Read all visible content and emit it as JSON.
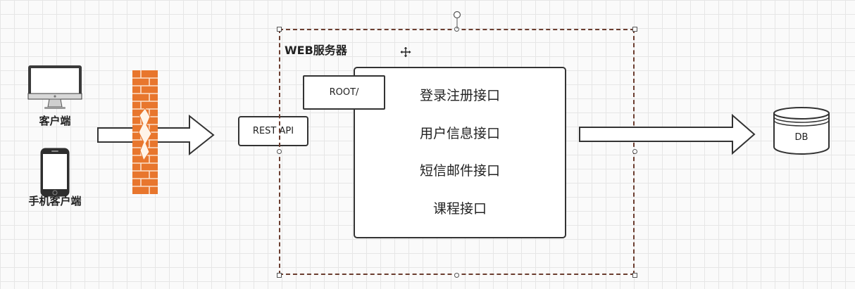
{
  "clients": {
    "desktop_label": "客户端",
    "mobile_label": "手机客户端"
  },
  "server": {
    "title": "WEB服务器",
    "root_label": "ROOT/",
    "rest_label": "REST API",
    "apis": [
      "登录注册接口",
      "用户信息接口",
      "短信邮件接口",
      "课程接口"
    ]
  },
  "database": {
    "label": "DB"
  },
  "colors": {
    "firewall": "#e8762d",
    "selection_border": "#6b3d2f",
    "stroke": "#333333"
  },
  "icons": [
    "monitor-icon",
    "smartphone-icon",
    "firewall-icon",
    "arrow-right-icon",
    "database-icon",
    "move-icon"
  ]
}
